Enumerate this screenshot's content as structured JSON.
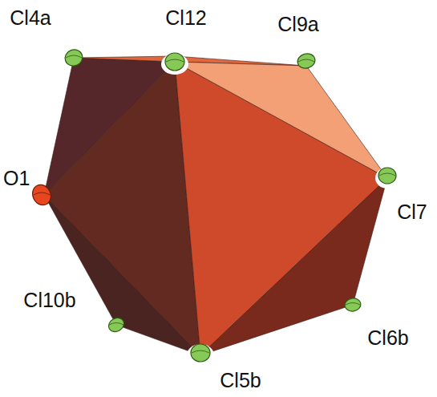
{
  "diagram": {
    "labels": [
      "Cl4a",
      "Cl12",
      "Cl9a",
      "O1",
      "Cl7",
      "Cl10b",
      "Cl6b",
      "Cl5b"
    ]
  }
}
